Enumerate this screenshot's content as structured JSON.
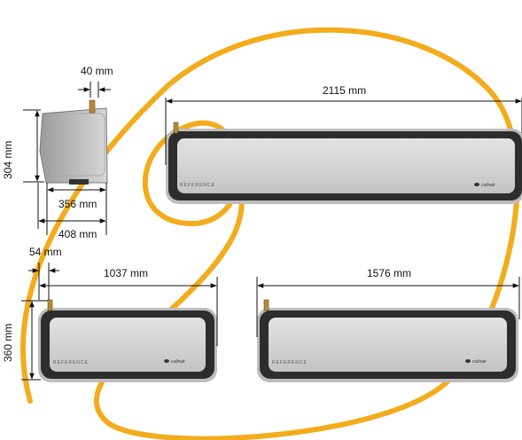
{
  "dimensions": {
    "side_pipe_width": "40 mm",
    "side_height": "304 mm",
    "side_inner_depth": "356 mm",
    "side_total_depth": "408 mm",
    "large_unit_width": "2115 mm",
    "small_pipe_offset": "54 mm",
    "small_unit_height": "360 mm",
    "small_unit_width": "1037 mm",
    "medium_unit_width": "1576 mm"
  },
  "colors": {
    "swirl": "#f2ac1c",
    "panel": "#cfcfcf",
    "frame": "#2a2a2a",
    "casing": "#b9b9b9"
  },
  "icons": [
    "brand-logo-icon",
    "pipe-connector-icon",
    "dimension-arrow-icon"
  ]
}
